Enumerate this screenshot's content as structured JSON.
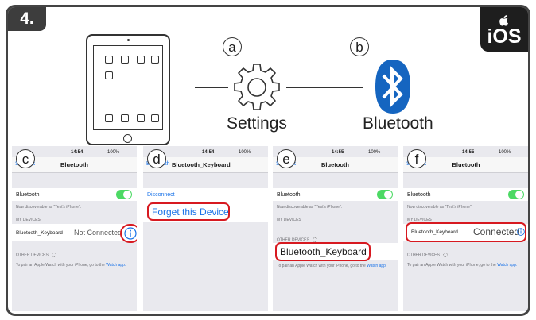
{
  "step_number": "4.",
  "os_badge": "iOS",
  "labels": {
    "a": "a",
    "b": "b",
    "c": "c",
    "d": "d",
    "e": "e",
    "f": "f"
  },
  "settings_label": "Settings",
  "bluetooth_label": "Bluetooth",
  "icons": [
    "tablet-icon",
    "gear-icon",
    "bluetooth-icon",
    "apple-icon",
    "info-icon"
  ],
  "colors": {
    "accent_blue": "#1a73e8",
    "toggle_green": "#4cd964",
    "highlight_red": "#d71920",
    "bluetooth_blue": "#1565c0"
  },
  "panels": {
    "c": {
      "time": "14:54",
      "battery": "100%",
      "back": "Settings",
      "title": "Bluetooth",
      "bt_row": "Bluetooth",
      "discoverable": "Now discoverable as \"Test's iPhone\".",
      "my_devices": "MY DEVICES",
      "device": "Bluetooth_Keyboard",
      "status": "Not Connected",
      "other_devices": "OTHER DEVICES",
      "watch_note": "To pair an Apple Watch with your iPhone, go to the",
      "watch_link": "Watch app."
    },
    "d": {
      "time": "14:54",
      "battery": "100%",
      "back": "Bluetooth",
      "title": "Bluetooth_Keyboard",
      "disconnect": "Disconnect",
      "forget": "Forget this Device"
    },
    "e": {
      "time": "14:55",
      "battery": "100%",
      "back": "Settings",
      "title": "Bluetooth",
      "bt_row": "Bluetooth",
      "discoverable": "Now discoverable as \"Test's iPhone\".",
      "my_devices": "MY DEVICES",
      "other_devices": "OTHER DEVICES",
      "device": "Bluetooth_Keyboard",
      "watch_note": "To pair an Apple Watch with your iPhone, go to the",
      "watch_link": "Watch app."
    },
    "f": {
      "time": "14:55",
      "battery": "100%",
      "back": "Settings",
      "title": "Bluetooth",
      "bt_row": "Bluetooth",
      "discoverable": "Now discoverable as \"Test's iPhone\".",
      "my_devices": "MY DEVICES",
      "device": "Bluetooth_Keyboard",
      "status": "Connected",
      "other_devices": "OTHER DEVICES",
      "watch_note": "To pair an Apple Watch with your iPhone, go to the",
      "watch_link": "Watch app."
    }
  }
}
